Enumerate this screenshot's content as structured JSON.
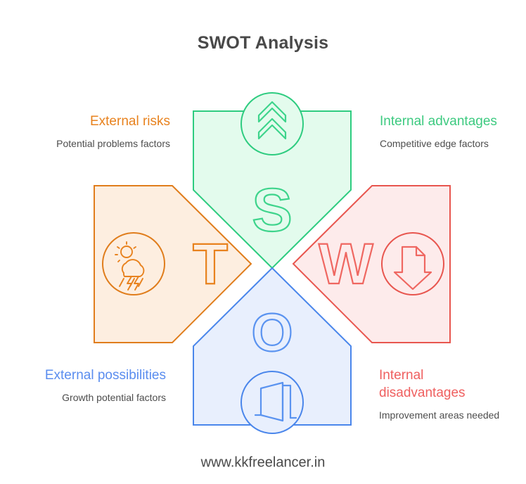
{
  "header": {
    "title": "SWOT Analysis"
  },
  "footer": {
    "url": "www.kkfreelancer.in"
  },
  "colors": {
    "strengths_stroke": "#2ecc80",
    "strengths_fill": "#e3fbed",
    "strengths_text": "#3dca80",
    "weaknesses_stroke": "#e8564f",
    "weaknesses_fill": "#fdebeb",
    "weaknesses_text": "#ef5f5f",
    "opportunities_stroke": "#4a86eb",
    "opportunities_fill": "#e8effd",
    "opportunities_text": "#5a8def",
    "threats_stroke": "#e07d1c",
    "threats_fill": "#fdeee0",
    "threats_text": "#e8821e",
    "title_text": "#494949",
    "body_text": "#4d4d4d"
  },
  "quadrants": {
    "strengths": {
      "letter": "S",
      "title": "Internal advantages",
      "subtitle": "Competitive edge factors",
      "icon": "double-chevron-up-icon",
      "position": "top"
    },
    "weaknesses": {
      "letter": "W",
      "title": "Internal\ndisadvantages",
      "subtitle": "Improvement areas needed",
      "icon": "file-download-arrow-icon",
      "position": "right"
    },
    "opportunities": {
      "letter": "O",
      "title": "External possibilities",
      "subtitle": "Growth potential factors",
      "icon": "open-door-icon",
      "position": "bottom"
    },
    "threats": {
      "letter": "T",
      "title": "External risks",
      "subtitle": "Potential problems factors",
      "icon": "storm-cloud-icon",
      "position": "left"
    }
  }
}
